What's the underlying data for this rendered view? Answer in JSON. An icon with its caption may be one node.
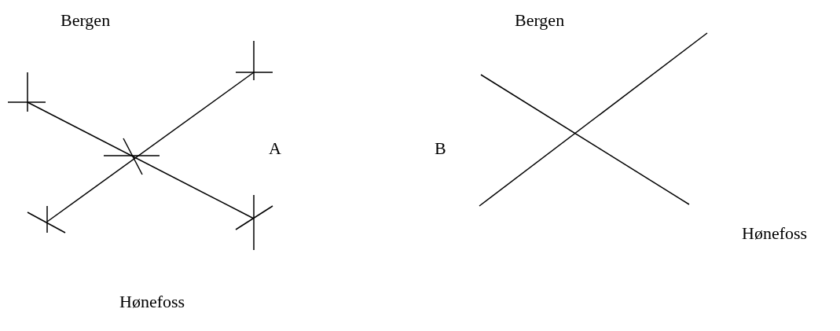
{
  "diagram": {
    "labels": [
      "Bergen",
      "Bergen",
      "A",
      "B",
      "Hønefoss",
      "Hønefoss"
    ]
  }
}
